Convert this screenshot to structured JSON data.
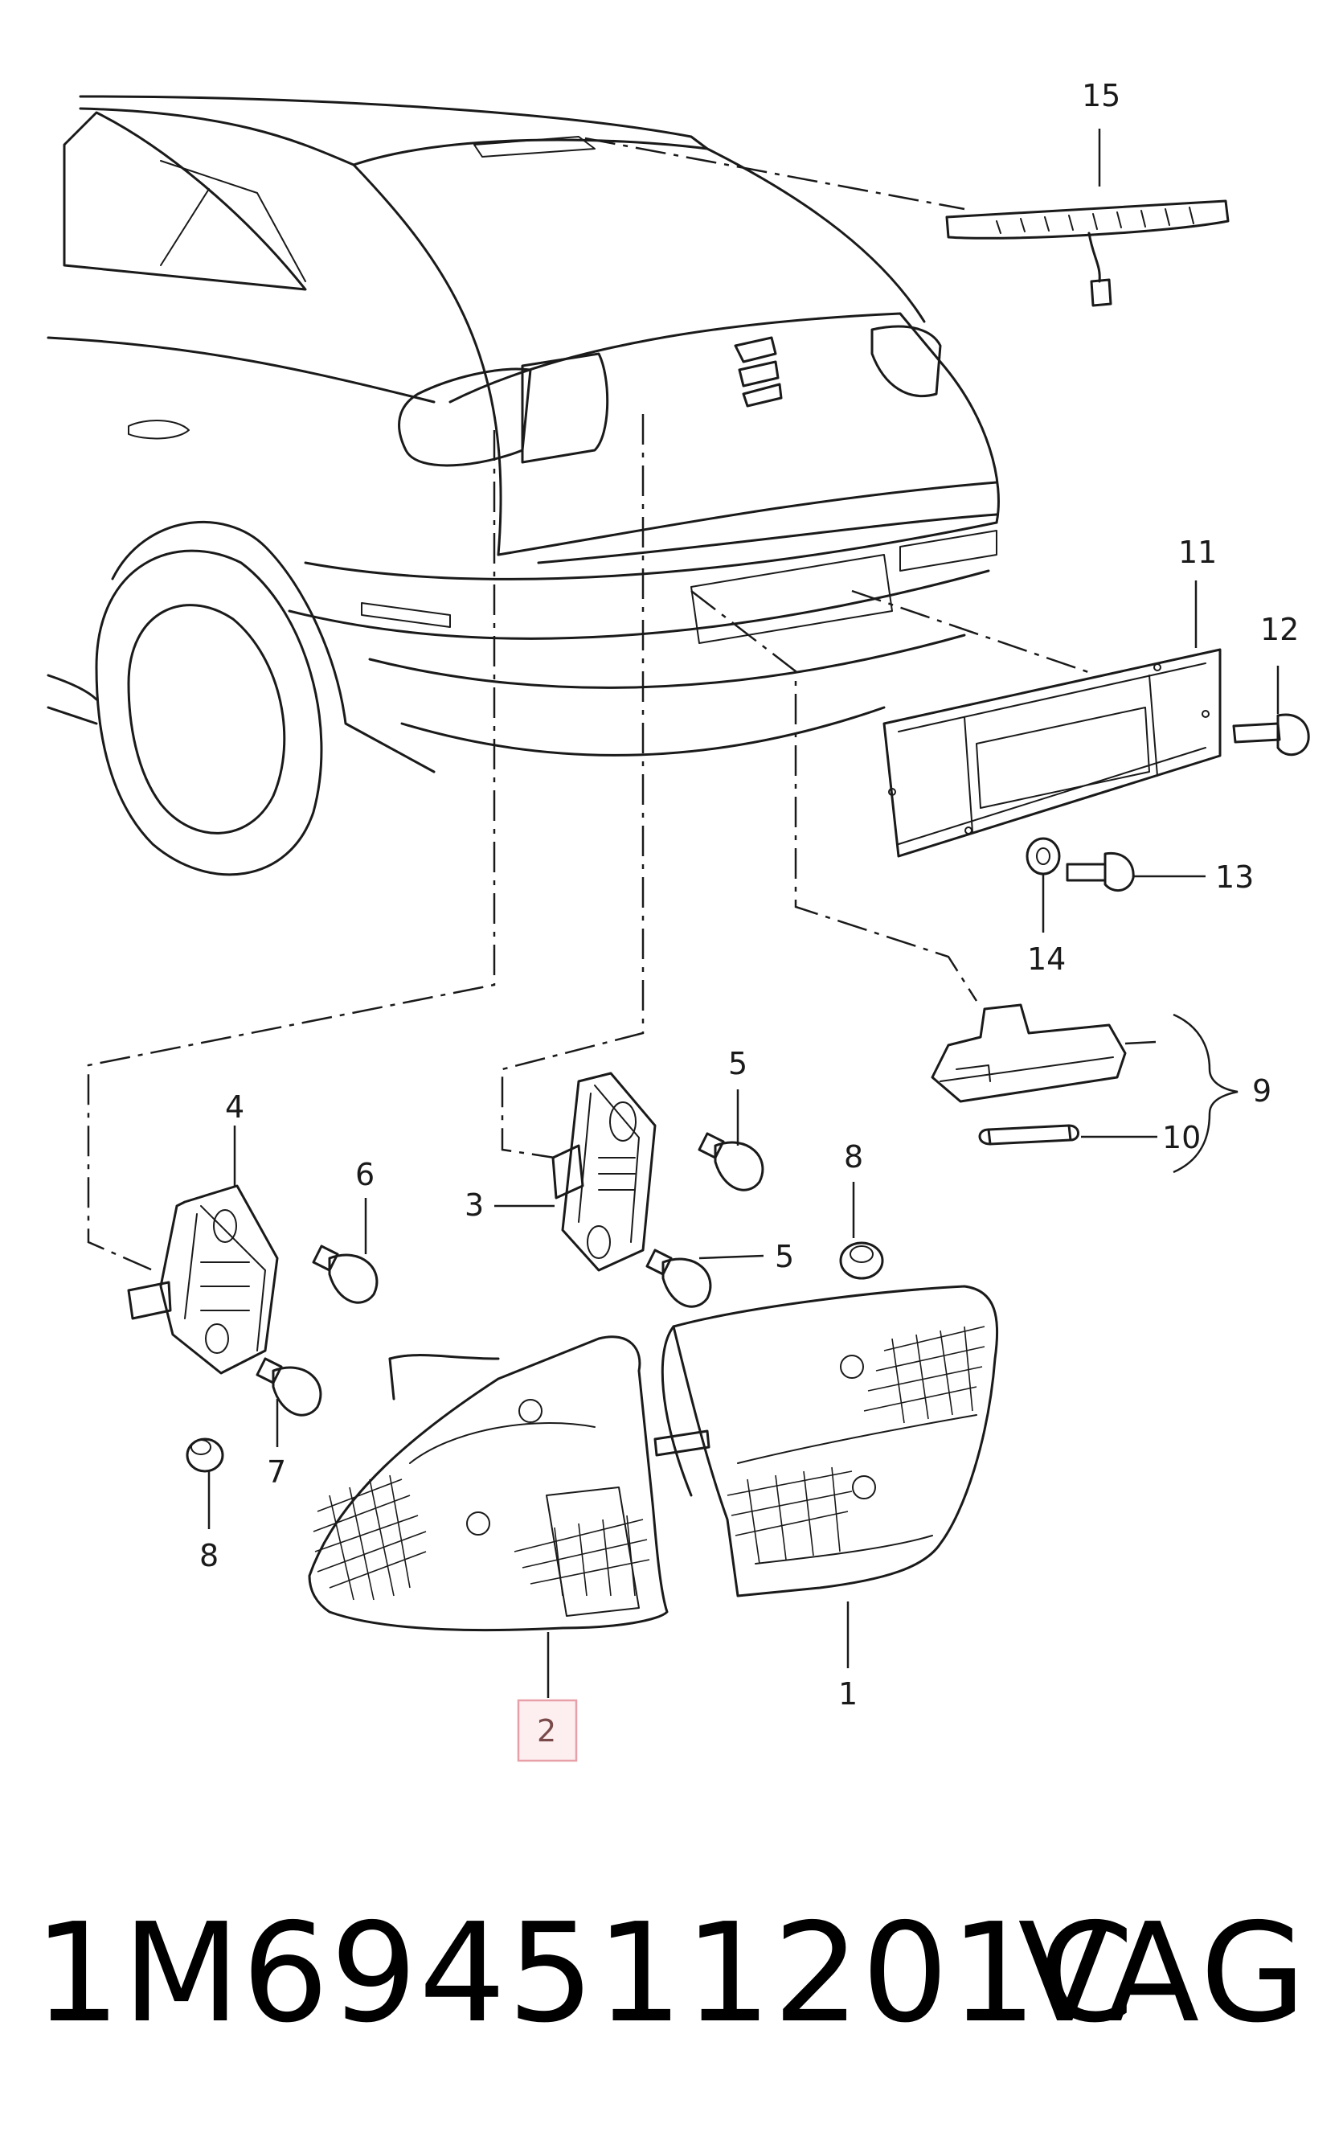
{
  "callouts": {
    "c1": "1",
    "c2": "2",
    "c3": "3",
    "c4": "4",
    "c5a": "5",
    "c5b": "5",
    "c6": "6",
    "c7": "7",
    "c8a": "8",
    "c8b": "8",
    "c9": "9",
    "c10": "10",
    "c11": "11",
    "c12": "12",
    "c13": "13",
    "c14": "14",
    "c15": "15"
  },
  "highlighted_callout": "2",
  "footer": {
    "part_number": "1M694511201C",
    "brand": "VAG"
  },
  "colors": {
    "line": "#1a1a1a",
    "highlight_border": "#e8a0a8",
    "highlight_fill": "#fdeef0"
  }
}
